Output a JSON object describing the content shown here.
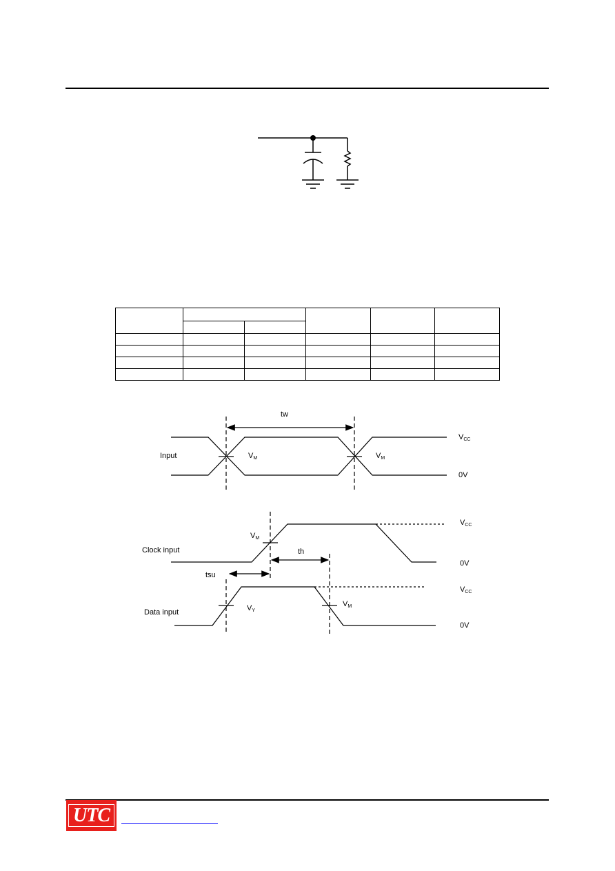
{
  "brand": {
    "logo_text": "UTC",
    "logo_color": "#e8201c",
    "link_color": "#1a1aff"
  },
  "waveform_pulse": {
    "tw_label": "tw",
    "input_label": "Input",
    "vm_label_left": "V",
    "vm_sub": "M",
    "vcc_main": "V",
    "vcc_sub": "CC",
    "zero_label": "0V"
  },
  "waveform_setup_hold": {
    "clock_label": "Clock input",
    "data_label": "Data input",
    "tsu_label": "tsu",
    "th_label": "th",
    "vm_main": "V",
    "vm_sub": "M",
    "vy_sub": "Y",
    "vcc_main": "V",
    "vcc_sub": "CC",
    "zero_label": "0V"
  }
}
